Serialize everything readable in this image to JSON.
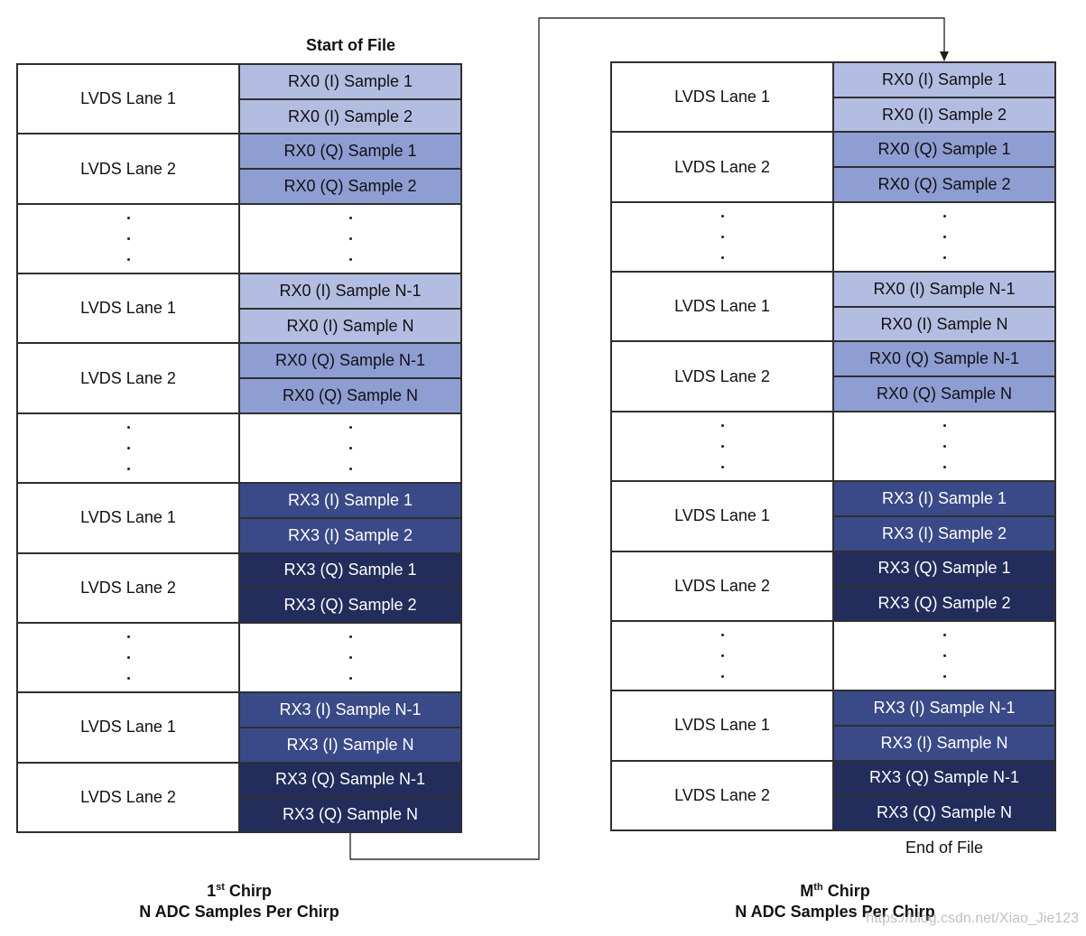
{
  "labels": {
    "start": "Start of File",
    "end": "End of File"
  },
  "watermark": "https://blog.csdn.net/Xiao_Jie123",
  "line_color": "#2f2f2f",
  "tables": [
    {
      "caption": {
        "number": "1",
        "suffix": "st",
        "word": "Chirp",
        "subtitle": "N ADC Samples Per Chirp"
      },
      "rows": [
        {
          "lane": "LVDS Lane 1",
          "fill": "#b3bde1",
          "ink": "#111111",
          "samples": [
            "RX0 (I) Sample 1",
            "RX0 (I) Sample 2"
          ]
        },
        {
          "lane": "LVDS Lane 2",
          "fill": "#8e9dd2",
          "ink": "#111111",
          "samples": [
            "RX0 (Q) Sample 1",
            "RX0 (Q) Sample 2"
          ]
        },
        {
          "ellipsis": true
        },
        {
          "lane": "LVDS Lane 1",
          "fill": "#b3bde1",
          "ink": "#111111",
          "samples": [
            "RX0 (I) Sample N-1",
            "RX0 (I) Sample N"
          ]
        },
        {
          "lane": "LVDS Lane 2",
          "fill": "#8e9dd2",
          "ink": "#111111",
          "samples": [
            "RX0 (Q) Sample N-1",
            "RX0 (Q) Sample N"
          ]
        },
        {
          "ellipsis": true
        },
        {
          "lane": "LVDS Lane 1",
          "fill": "#3a4a88",
          "ink": "#ffffff",
          "samples": [
            "RX3 (I) Sample 1",
            "RX3 (I) Sample 2"
          ]
        },
        {
          "lane": "LVDS Lane 2",
          "fill": "#222d5c",
          "ink": "#ffffff",
          "samples": [
            "RX3 (Q) Sample 1",
            "RX3 (Q) Sample 2"
          ]
        },
        {
          "ellipsis": true
        },
        {
          "lane": "LVDS Lane 1",
          "fill": "#3a4a88",
          "ink": "#ffffff",
          "samples": [
            "RX3 (I) Sample N-1",
            "RX3 (I) Sample N"
          ]
        },
        {
          "lane": "LVDS Lane 2",
          "fill": "#222d5c",
          "ink": "#ffffff",
          "samples": [
            "RX3 (Q) Sample N-1",
            "RX3 (Q) Sample N"
          ]
        }
      ]
    },
    {
      "caption": {
        "number": "M",
        "suffix": "th",
        "word": "Chirp",
        "subtitle": "N ADC Samples Per Chirp"
      },
      "rows": [
        {
          "lane": "LVDS Lane 1",
          "fill": "#b3bde1",
          "ink": "#111111",
          "samples": [
            "RX0 (I) Sample 1",
            "RX0 (I) Sample 2"
          ]
        },
        {
          "lane": "LVDS Lane 2",
          "fill": "#8e9dd2",
          "ink": "#111111",
          "samples": [
            "RX0 (Q) Sample 1",
            "RX0 (Q) Sample 2"
          ]
        },
        {
          "ellipsis": true
        },
        {
          "lane": "LVDS Lane 1",
          "fill": "#b3bde1",
          "ink": "#111111",
          "samples": [
            "RX0 (I) Sample N-1",
            "RX0 (I) Sample N"
          ]
        },
        {
          "lane": "LVDS Lane 2",
          "fill": "#8e9dd2",
          "ink": "#111111",
          "samples": [
            "RX0 (Q) Sample N-1",
            "RX0 (Q) Sample N"
          ]
        },
        {
          "ellipsis": true
        },
        {
          "lane": "LVDS Lane 1",
          "fill": "#3a4a88",
          "ink": "#ffffff",
          "samples": [
            "RX3 (I) Sample 1",
            "RX3 (I) Sample 2"
          ]
        },
        {
          "lane": "LVDS Lane 2",
          "fill": "#222d5c",
          "ink": "#ffffff",
          "samples": [
            "RX3 (Q) Sample 1",
            "RX3 (Q) Sample 2"
          ]
        },
        {
          "ellipsis": true
        },
        {
          "lane": "LVDS Lane 1",
          "fill": "#3a4a88",
          "ink": "#ffffff",
          "samples": [
            "RX3 (I) Sample N-1",
            "RX3 (I) Sample N"
          ]
        },
        {
          "lane": "LVDS Lane 2",
          "fill": "#222d5c",
          "ink": "#ffffff",
          "samples": [
            "RX3 (Q) Sample N-1",
            "RX3 (Q) Sample N"
          ]
        }
      ]
    }
  ]
}
